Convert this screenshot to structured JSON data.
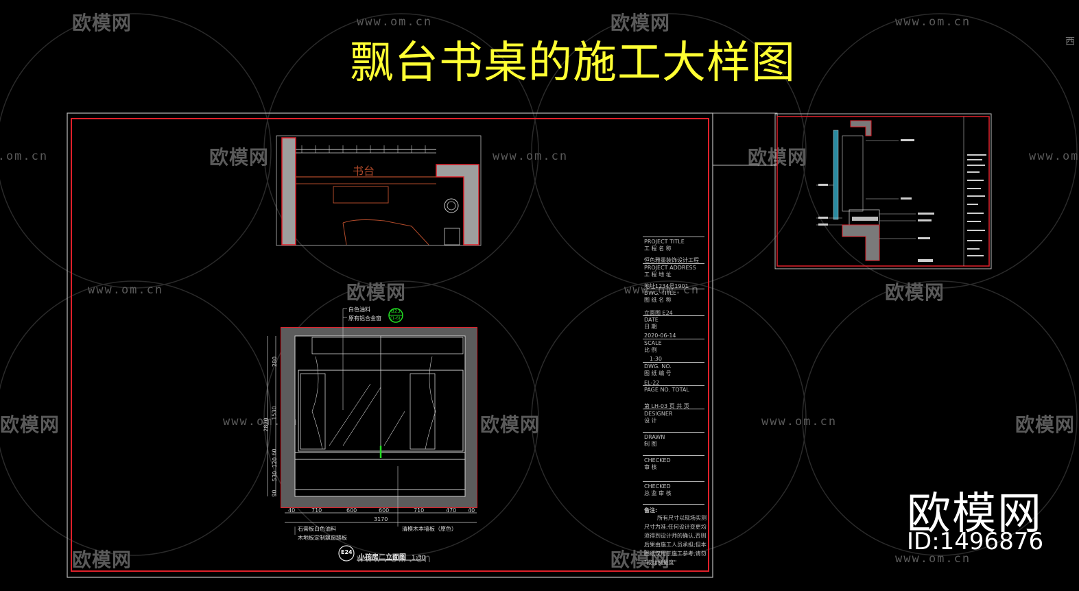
{
  "title": "飘台书桌的施工大样图",
  "watermark": {
    "brand": "欧模网",
    "url": "www.om.cn",
    "corner": "西"
  },
  "brand": {
    "name": "欧模网",
    "id": "ID:1496876"
  },
  "plan": {
    "label": "书台"
  },
  "elevation": {
    "callout_top": "B23",
    "callout_bottom": "(1-6)",
    "notes_top": [
      "白色油料",
      "原有铝合金窗"
    ],
    "notes_bottom": [
      "石膏板白色油料",
      "木地板定制飘窗踏板"
    ],
    "note_bottom_right": "清模木本墙板（原色）",
    "marker": "E24",
    "caption": "小孩房二立面图",
    "scale": "1:30",
    "h_dims": [
      "40",
      "710",
      "600",
      "600",
      "710",
      "470",
      "40"
    ],
    "total": "3170",
    "v_dims": [
      "280",
      "1530",
      "60",
      "120",
      "530",
      "90"
    ],
    "v_total": "2870"
  },
  "titleblock": {
    "project_title_en": "PROJECT TITLE",
    "project_title_cn": "工 程 名 称",
    "project_name": "恒色雅墨装饰设计工程",
    "project_address_en": "PROJECT ADDRESS",
    "project_address_cn": "工 程 地 址",
    "address_value": "地址1234号1901",
    "dwg_title_en": "DWG. TITLE",
    "dwg_title_cn": "图 纸 名 称",
    "dwg_title_value": "立面图 E24",
    "date_en": "DATE",
    "date_cn": "日    期",
    "date_value": "2020-06-14",
    "scale_en": "SCALE",
    "scale_cn": "比    例",
    "scale_value": "1:30",
    "dwg_no_en": "DWG.    NO.",
    "dwg_no_cn": "图 纸 编 号",
    "dwg_no_value": "EL-22",
    "page_en": "PAGE NO.        TOTAL",
    "page_value": "第 LH-03 页        共    页",
    "designer_en": "DESIGNER",
    "designer_cn": "设    计",
    "drawn_en": "DRAWN",
    "drawn_cn": "制    图",
    "checked_en": "CHECKED",
    "checked_cn": "审    核",
    "checked2_en": "CHECKED",
    "checked2_cn": "总 监 审 核",
    "notes_title": "备注:",
    "notes": [
      "所有尺寸以现场实测",
      "尺寸为准;任何设计变更均",
      "须得到设计师的确认,否则",
      "后果由施工人员承担;但本",
      "图纸仅用于施工参考,请勿",
      "\"按比例量度\""
    ]
  }
}
